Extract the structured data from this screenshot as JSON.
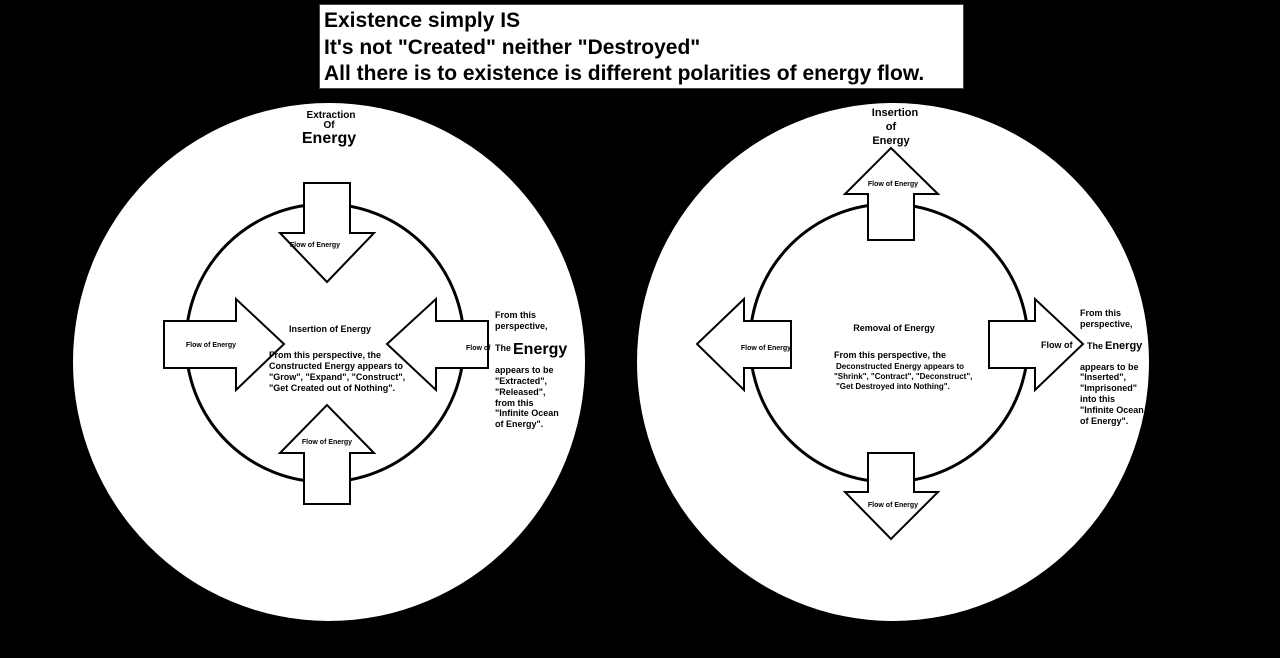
{
  "header": {
    "line1": "Existence simply IS",
    "line2": "It's not \"Created\" neither \"Destroyed\"",
    "line3": "All there is to existence is different polarities of energy flow."
  },
  "left": {
    "top_title_1": "Extraction",
    "top_title_2": "Of",
    "top_title_3": "Energy",
    "arrow_top_label": "Flow of Energy",
    "arrow_left_label": "Flow of Energy",
    "arrow_bottom_label": "Flow of Energy",
    "arrow_right_label": "Flow of",
    "center_title": "Insertion of Energy",
    "center_text_1": "From this perspective, the",
    "center_text_2": "Constructed Energy appears to",
    "center_text_3": "\"Grow\", \"Expand\", \"Construct\",",
    "center_text_4": "\"Get Created out of Nothing\".",
    "side_1": "From this",
    "side_2": "perspective,",
    "side_3a": "The",
    "side_3b": "Energy",
    "side_4": "appears to be",
    "side_5": "\"Extracted\",",
    "side_6": "\"Released\",",
    "side_7": "from this",
    "side_8": "\"Infinite Ocean",
    "side_9": "of Energy\"."
  },
  "right": {
    "top_title_1": "Insertion",
    "top_title_2": "of",
    "top_title_3": "Energy",
    "arrow_top_label": "Flow of Energy",
    "arrow_left_label": "Flow of Energy",
    "arrow_bottom_label": "Flow of Energy",
    "arrow_right_label": "Flow of",
    "center_title": "Removal of Energy",
    "center_text_1": "From this perspective, the",
    "center_text_2": "Deconstructed Energy appears to",
    "center_text_3": "\"Shrink\", \"Contract\", \"Deconstruct\",",
    "center_text_4": "\"Get Destroyed into Nothing\".",
    "side_1": "From this",
    "side_2": "perspective,",
    "side_3a": "The",
    "side_3b": "Energy",
    "side_4": "appears to be",
    "side_5": "\"Inserted\",",
    "side_6": "\"Imprisoned\"",
    "side_7": "into this",
    "side_8": "\"Infinite Ocean",
    "side_9": "of Energy\"."
  },
  "colors": {
    "background": "#000000",
    "fill": "#ffffff",
    "stroke": "#000000"
  }
}
